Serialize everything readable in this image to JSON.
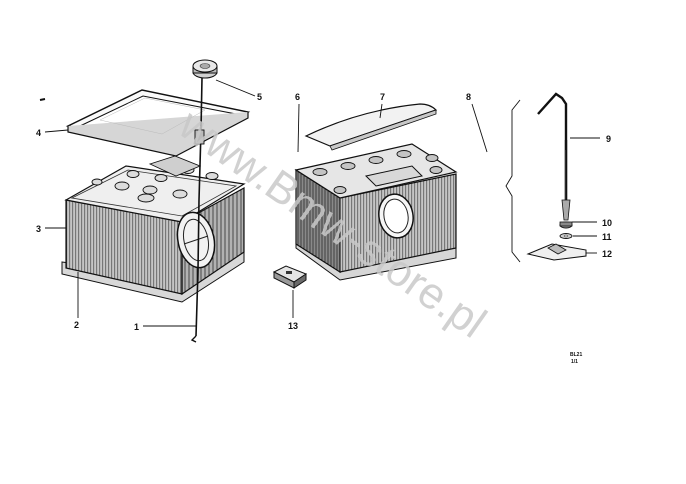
{
  "watermark": "www.Bmw-store.pl",
  "drawing_ref": {
    "line1": "BL21",
    "line2": "1/1"
  },
  "parts": [
    {
      "id": "part-1",
      "label": "1"
    },
    {
      "id": "part-2",
      "label": "2"
    },
    {
      "id": "part-3",
      "label": "3"
    },
    {
      "id": "part-4",
      "label": "4"
    },
    {
      "id": "part-5",
      "label": "5"
    },
    {
      "id": "part-6",
      "label": "6"
    },
    {
      "id": "part-7",
      "label": "7"
    },
    {
      "id": "part-8",
      "label": "8"
    },
    {
      "id": "part-9",
      "label": "9"
    },
    {
      "id": "part-10",
      "label": "10"
    },
    {
      "id": "part-11",
      "label": "11"
    },
    {
      "id": "part-12",
      "label": "12"
    },
    {
      "id": "part-13",
      "label": "13"
    }
  ]
}
